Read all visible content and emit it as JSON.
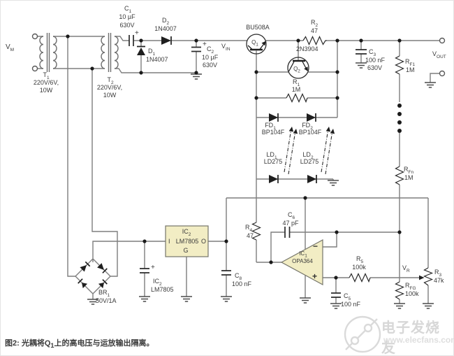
{
  "caption": {
    "lead": "图2:",
    "body": " 光耦将Q",
    "sub": "1",
    "tail": "上的高电压与运放输出隔离。"
  },
  "watermark": {
    "brand": "电子发烧友",
    "url": "www.elecfans.com"
  },
  "misc": {
    "plus": "+",
    "minus": "−"
  },
  "labels": {
    "vm": {
      "base": "V",
      "sub": "M"
    },
    "t1": {
      "base": "T",
      "sub": "1",
      "l1": "220V/6V,",
      "l2": "10W"
    },
    "t2": {
      "base": "T",
      "sub": "2",
      "l1": "220V/6V,",
      "l2": "10W"
    },
    "c1": {
      "base": "C",
      "sub": "1",
      "l1": "10 µF",
      "l2": "630V"
    },
    "d1": {
      "base": "D",
      "sub": "1",
      "part": "1N4007"
    },
    "d2": {
      "base": "D",
      "sub": "2",
      "part": "1N4007"
    },
    "c2": {
      "base": "C",
      "sub": "2",
      "l1": "10 µF",
      "l2": "630V"
    },
    "vin": {
      "base": "V",
      "sub": "IN"
    },
    "q1": {
      "base": "Q",
      "sub": "1",
      "part": "BU508A"
    },
    "q2": {
      "base": "Q",
      "sub": "2",
      "part": "2N3904"
    },
    "r1": {
      "base": "R",
      "sub": "1",
      "value": "1M"
    },
    "r2": {
      "base": "R",
      "sub": "2",
      "value": "47"
    },
    "c3": {
      "base": "C",
      "sub": "3",
      "l1": "100 nF",
      "l2": "630V"
    },
    "rf1": {
      "base": "R",
      "sub": "F1",
      "value": "1M"
    },
    "rfn": {
      "base": "R",
      "sub": "Fn",
      "value": "1M"
    },
    "rfg": {
      "base": "R",
      "sub": "FG",
      "value": "100k"
    },
    "vout": {
      "base": "V",
      "sub": "OUT"
    },
    "fd1": {
      "base": "FD",
      "sub": "1",
      "part": "BP104F"
    },
    "fd2": {
      "base": "FD",
      "sub": "2",
      "part": "BP104F"
    },
    "ld1": {
      "base": "LD",
      "sub": "1",
      "part": "LD275"
    },
    "ld2": {
      "base": "LD",
      "sub": "2",
      "part": "LD275"
    },
    "br1": {
      "base": "BR",
      "sub": "1",
      "value": "50V/1A"
    },
    "reg": {
      "base": "IC",
      "sub": "2",
      "pin_in": "I",
      "part": "LM7805",
      "pin_out": "O",
      "pin_gnd": "G"
    },
    "regcap": {
      "base": "IC",
      "sub": "2",
      "part": "LM7805"
    },
    "c8": {
      "base": "C",
      "sub": "8",
      "value": "100 nF"
    },
    "r4": {
      "base": "R",
      "sub": "4",
      "value": "47"
    },
    "c6": {
      "base": "C",
      "sub": "6",
      "value": "47 pF"
    },
    "ic1": {
      "base": "IC",
      "sub": "1",
      "part": "OPA364"
    },
    "c5": {
      "base": "C",
      "sub": "5",
      "value": "100 nF"
    },
    "r5": {
      "base": "R",
      "sub": "5",
      "value": "100k"
    },
    "vr": {
      "base": "V",
      "sub": "R"
    },
    "r3": {
      "base": "R",
      "sub": "3",
      "value": "47k"
    }
  }
}
